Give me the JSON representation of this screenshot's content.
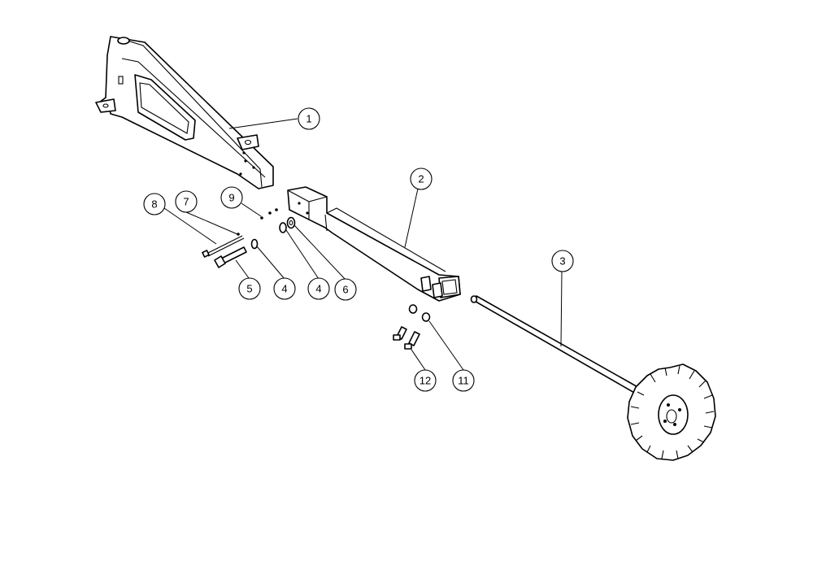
{
  "balloons": [
    {
      "id": "b1",
      "label": "1"
    },
    {
      "id": "b2",
      "label": "2"
    },
    {
      "id": "b3",
      "label": "3"
    },
    {
      "id": "b4a",
      "label": "4"
    },
    {
      "id": "b4b",
      "label": "4"
    },
    {
      "id": "b5",
      "label": "5"
    },
    {
      "id": "b6",
      "label": "6"
    },
    {
      "id": "b7",
      "label": "7"
    },
    {
      "id": "b8",
      "label": "8"
    },
    {
      "id": "b9",
      "label": "9"
    },
    {
      "id": "b11",
      "label": "11"
    },
    {
      "id": "b12",
      "label": "12"
    }
  ],
  "colors": {
    "line": "#000000",
    "background": "#ffffff"
  }
}
